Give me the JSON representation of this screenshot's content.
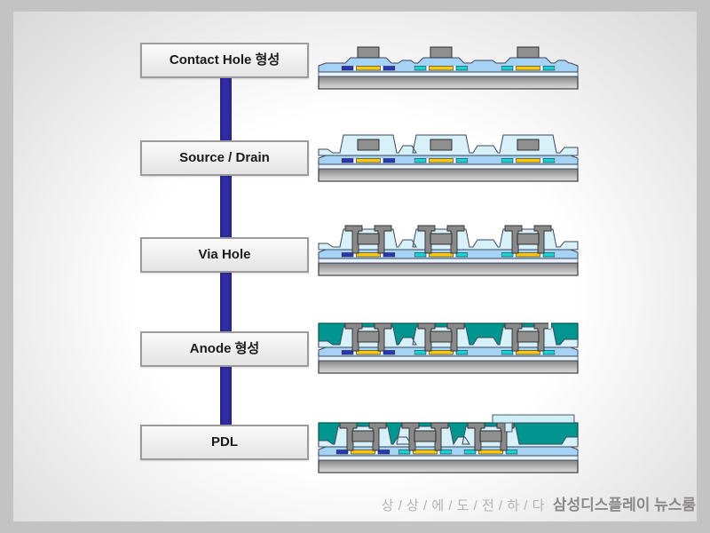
{
  "steps": [
    {
      "id": "contact-hole",
      "label": "Contact Hole 형성"
    },
    {
      "id": "source-drain",
      "label": "Source / Drain"
    },
    {
      "id": "via-hole",
      "label": "Via Hole"
    },
    {
      "id": "anode",
      "label": "Anode 형성"
    },
    {
      "id": "pdl",
      "label": "PDL"
    }
  ],
  "footer": {
    "slogan": "상 / 상 / 에 / 도 / 전 / 하 / 다",
    "brand": "삼성디스플레이 뉴스룸"
  },
  "colors": {
    "outer_bg": "#c3c3c3",
    "panel_center": "#ffffff",
    "panel_edge": "#d8d8d8",
    "box_border": "#9b9b9b",
    "box_bg_top": "#fafafa",
    "box_bg_bottom": "#e4e4e4",
    "box_text": "#1a1a1a",
    "connector": "#312ba4",
    "outline": "#3c465e",
    "substrate_top": "#868686",
    "substrate_bottom": "#dedede",
    "buffer_strip": "#e7f2fc",
    "active_band": "#a6d2f4",
    "segment_blue": "#2a35b8",
    "segment_yellow": "#ffc800",
    "segment_cyan": "#12d6d0",
    "gate_gray": "#8f8f8f",
    "ild": "#d8f1f8",
    "metal_gray": "#898989",
    "anode_teal": "#00968f",
    "teal_outline": "#00564f",
    "pdl_pad": "#cfeef6",
    "notch_white": "#eef6fa",
    "footer_slogan": "#b4b2b2",
    "footer_brand": "#8b8888"
  }
}
